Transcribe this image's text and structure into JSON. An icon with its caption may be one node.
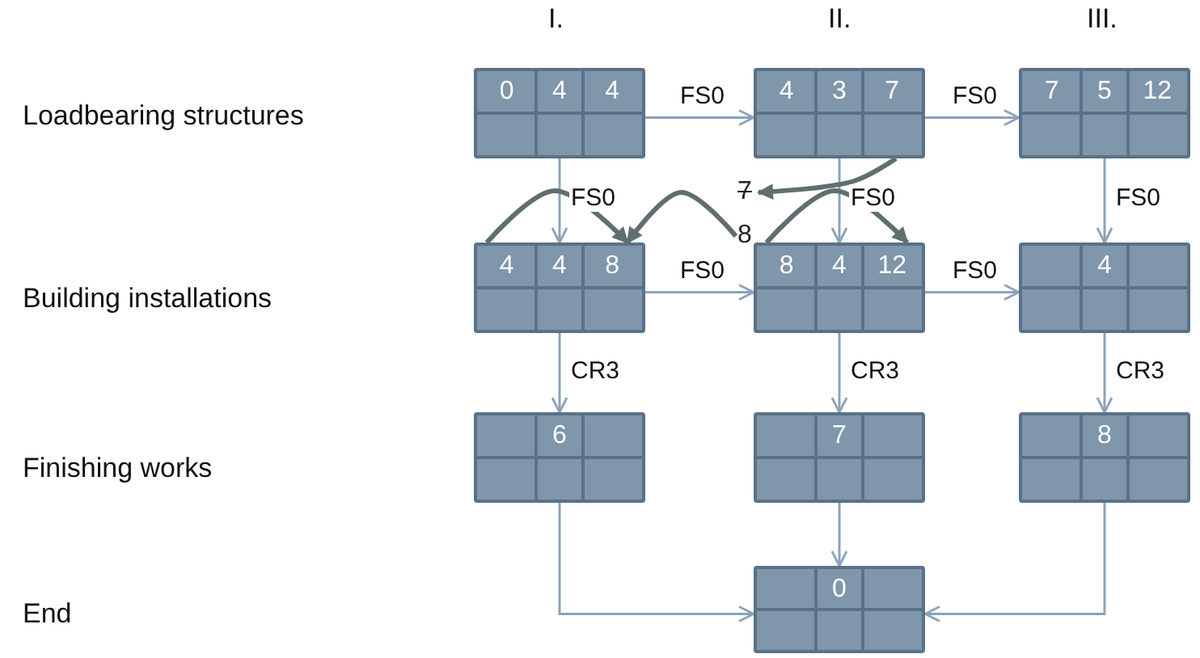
{
  "diagram": {
    "nodes": [
      {
        "text": [
          "0",
          "4",
          "4"
        ]
      },
      {
        "text": [
          "4",
          "3",
          "7"
        ]
      },
      {
        "text": [
          "7",
          "5",
          "12"
        ]
      },
      {
        "text": [
          "7"
        ]
      },
      {
        "text": [
          "8"
        ]
      },
      {
        "text": [
          "4",
          "4",
          "8"
        ]
      },
      {
        "text": [
          "8",
          "4",
          "12"
        ]
      },
      {
        "text": [
          "4"
        ]
      },
      {
        "text": [
          "6"
        ]
      },
      {
        "text": [
          "7"
        ]
      },
      {
        "text": [
          "8"
        ]
      },
      {
        "text": [
          "0"
        ]
      }
    ],
    "edges": [
      {
        "from": 0,
        "to": 1,
        "arrow": "to",
        "label": "FS0"
      },
      {
        "from": 1,
        "to": 2,
        "arrow": "to",
        "label": "FS0"
      },
      {
        "from": 0,
        "to": 5,
        "arrow": "to",
        "label": "FS0"
      },
      {
        "from": 1,
        "to": 6,
        "arrow": "to",
        "label": "FS0"
      },
      {
        "from": 2,
        "to": 7,
        "arrow": "to",
        "label": "FS0"
      },
      {
        "from": 5,
        "to": 6,
        "arrow": "to",
        "label": "FS0"
      },
      {
        "from": 6,
        "to": 7,
        "arrow": "to",
        "label": "FS0"
      },
      {
        "from": 5,
        "to": 8,
        "arrow": "to",
        "label": "CR3"
      },
      {
        "from": 6,
        "to": 9,
        "arrow": "to",
        "label": "CR3"
      },
      {
        "from": 7,
        "to": 10,
        "arrow": "to",
        "label": "CR3"
      },
      {
        "from": 8,
        "to": 11,
        "arrow": "to"
      },
      {
        "from": 9,
        "to": 11,
        "arrow": "to"
      },
      {
        "from": 10,
        "to": 11,
        "arrow": "to"
      },
      {
        "from": 1,
        "to": 3,
        "arrow": "to",
        "style": "thick",
        "color": "#5f6f70"
      },
      {
        "from": 5,
        "to": 5,
        "arrow": "to",
        "style": "thick",
        "color": "#5f6f70"
      },
      {
        "from": 4,
        "to": 5,
        "arrow": "to",
        "style": "thick",
        "color": "#5f6f70"
      },
      {
        "from": 6,
        "to": 6,
        "arrow": "to",
        "style": "thick",
        "color": "#5f6f70"
      }
    ],
    "labels": [
      "I.",
      "II.",
      "III.",
      "Loadbearing structures",
      "Building installations",
      "Finishing works",
      "End"
    ]
  }
}
